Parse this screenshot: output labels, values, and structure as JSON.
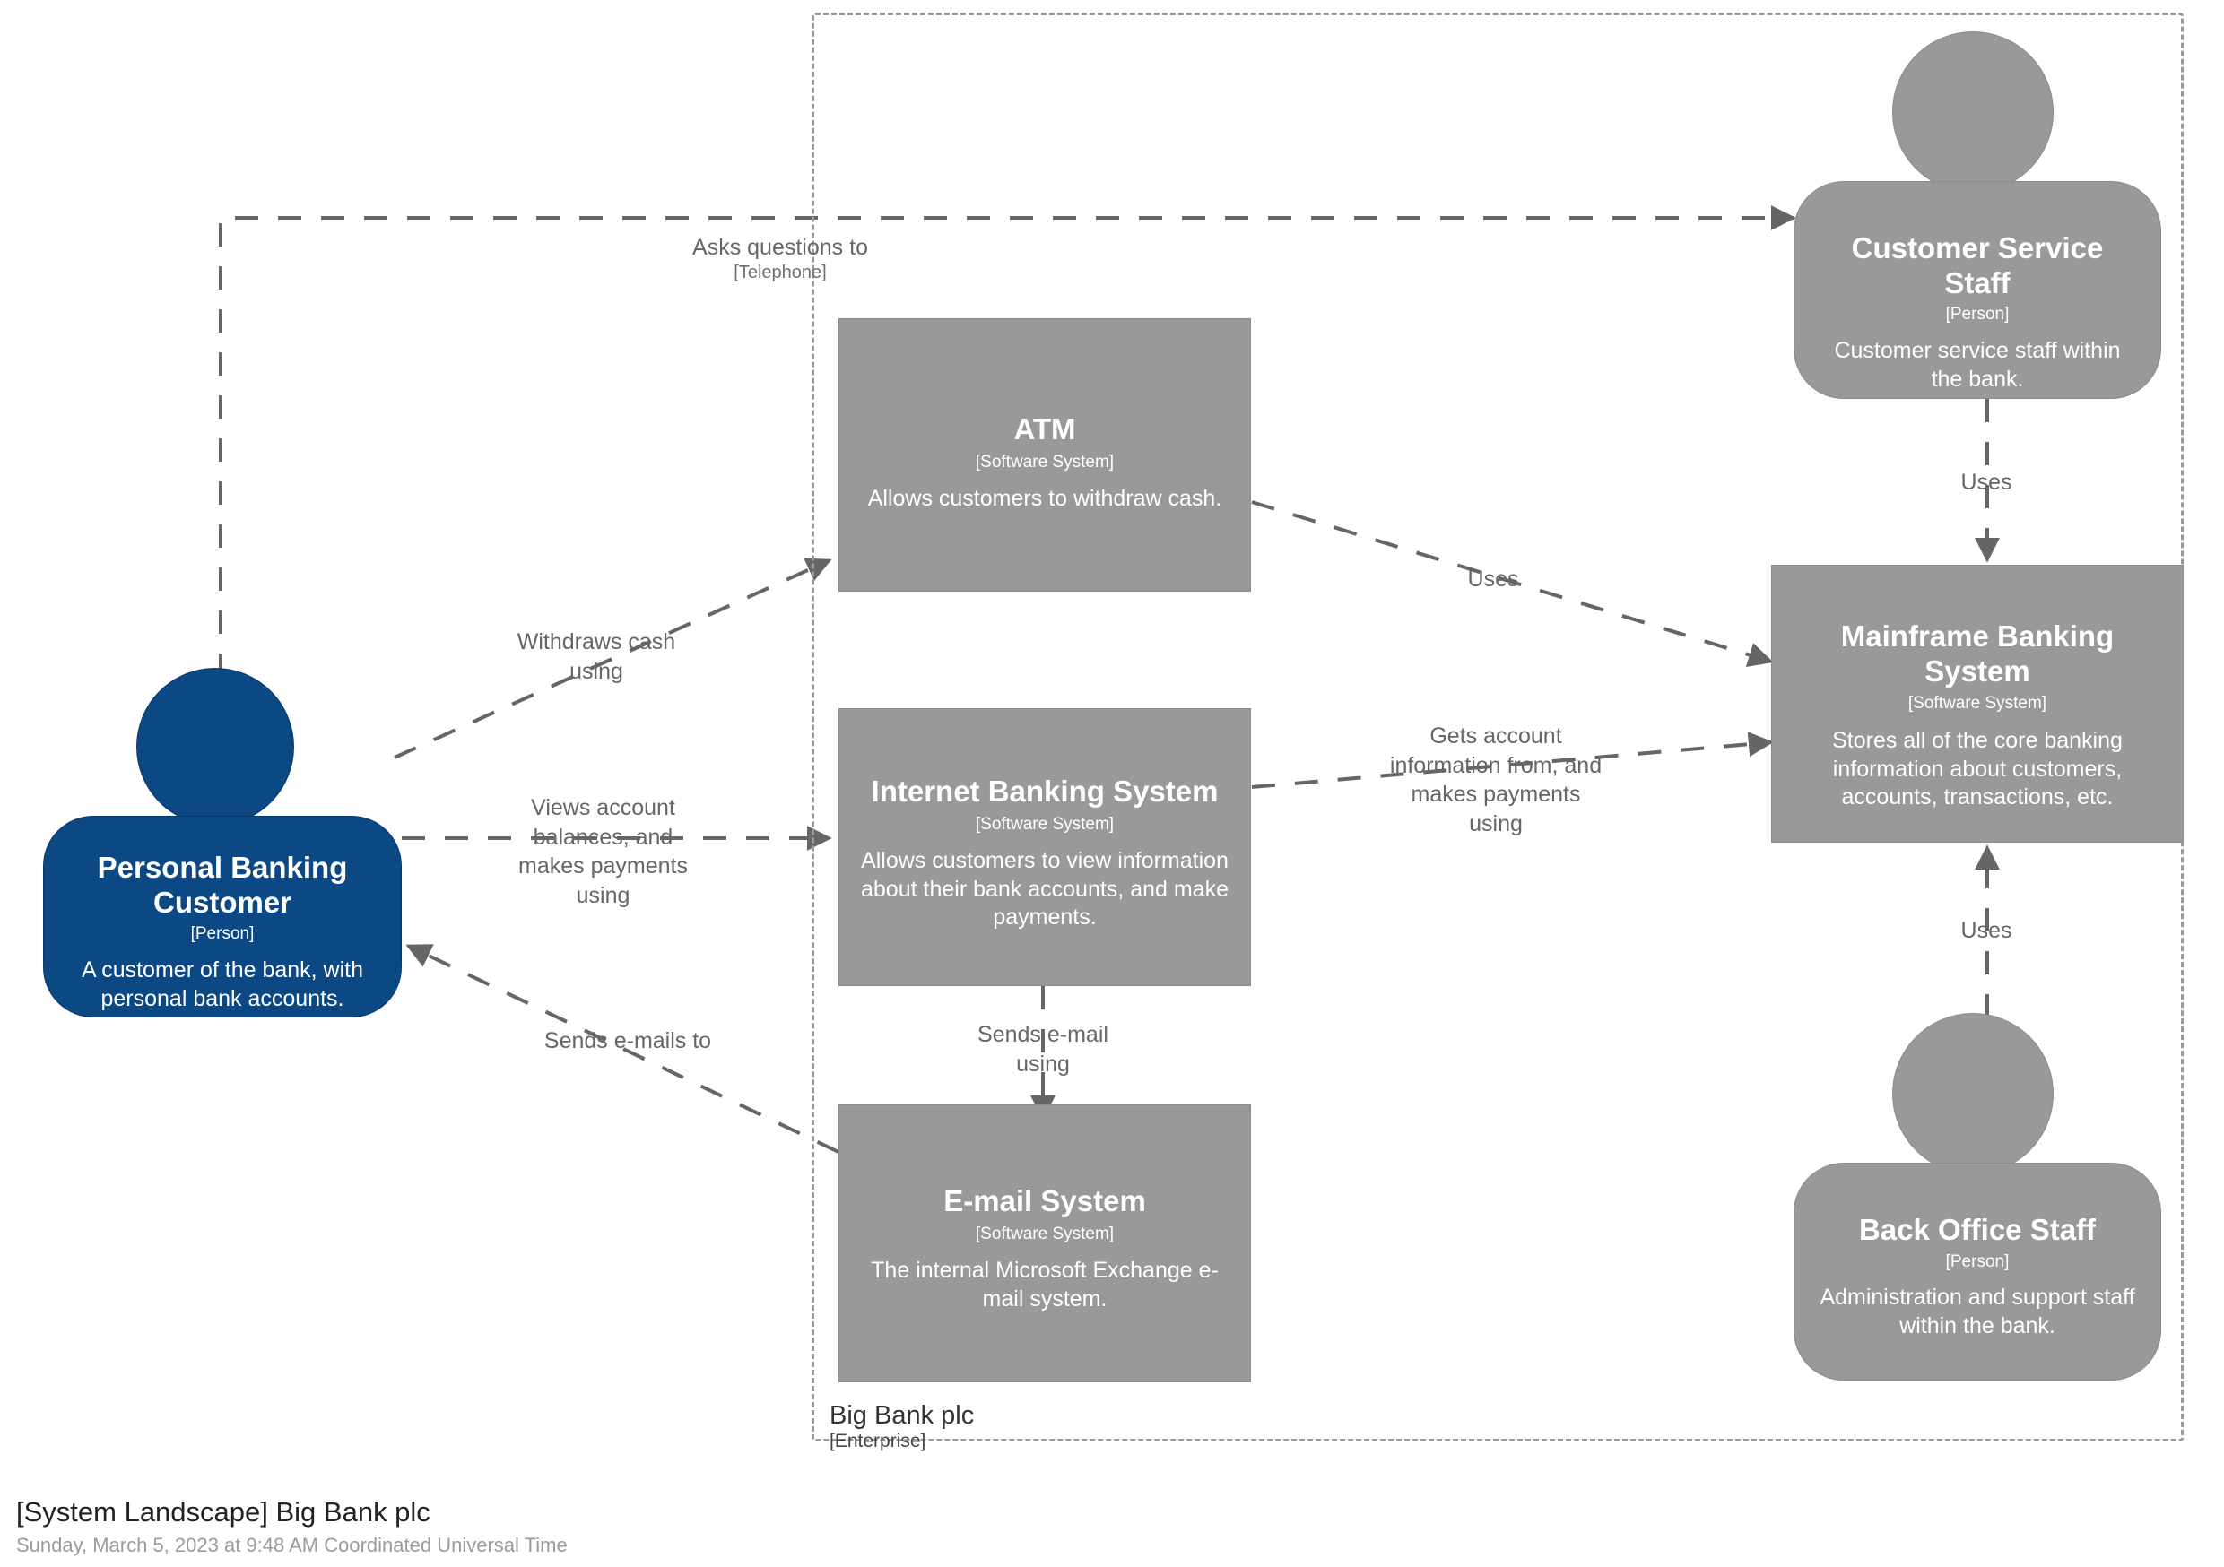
{
  "diagram": {
    "title": "[System Landscape] Big Bank plc",
    "subtitle": "Sunday, March 5, 2023 at 9:48 AM Coordinated Universal Time",
    "colors": {
      "person_accent": "#0b4884",
      "element_grey": "#999999",
      "boundary_grey": "#9a9a9a",
      "relationship_grey": "#707070",
      "text_light": "#ffffff",
      "label_text": "#666666"
    }
  },
  "boundary": {
    "name": "Big Bank plc",
    "type": "[Enterprise]"
  },
  "elements": {
    "personal_banking_customer": {
      "name": "Personal Banking Customer",
      "type": "[Person]",
      "description": "A customer of the bank, with personal bank accounts."
    },
    "customer_service_staff": {
      "name": "Customer Service Staff",
      "type": "[Person]",
      "description": "Customer service staff within the bank."
    },
    "back_office_staff": {
      "name": "Back Office Staff",
      "type": "[Person]",
      "description": "Administration and support staff within the bank."
    },
    "atm": {
      "name": "ATM",
      "type": "[Software System]",
      "description": "Allows customers to withdraw cash."
    },
    "internet_banking_system": {
      "name": "Internet Banking System",
      "type": "[Software System]",
      "description": "Allows customers to view information about their bank accounts, and make payments."
    },
    "email_system": {
      "name": "E-mail System",
      "type": "[Software System]",
      "description": "The internal Microsoft Exchange e-mail system."
    },
    "mainframe_banking_system": {
      "name": "Mainframe Banking System",
      "type": "[Software System]",
      "description": "Stores all of the core banking information about customers, accounts, transactions, etc."
    }
  },
  "relationships": [
    {
      "id": "asks-questions-to",
      "source": "personal_banking_customer",
      "destination": "customer_service_staff",
      "label": "Asks questions to",
      "technology": "[Telephone]"
    },
    {
      "id": "withdraws-cash-using",
      "source": "personal_banking_customer",
      "destination": "atm",
      "label": "Withdraws cash using",
      "technology": ""
    },
    {
      "id": "views-account-balances",
      "source": "personal_banking_customer",
      "destination": "internet_banking_system",
      "label": "Views account balances, and makes payments using",
      "technology": ""
    },
    {
      "id": "sends-emails-to",
      "source": "email_system",
      "destination": "personal_banking_customer",
      "label": "Sends e-mails to",
      "technology": ""
    },
    {
      "id": "sends-email-using",
      "source": "internet_banking_system",
      "destination": "email_system",
      "label": "Sends e-mail using",
      "technology": ""
    },
    {
      "id": "atm-uses-mainframe",
      "source": "atm",
      "destination": "mainframe_banking_system",
      "label": "Uses",
      "technology": ""
    },
    {
      "id": "ibs-gets-account-information",
      "source": "internet_banking_system",
      "destination": "mainframe_banking_system",
      "label": "Gets account information from, and makes payments using",
      "technology": ""
    },
    {
      "id": "css-uses-mainframe",
      "source": "customer_service_staff",
      "destination": "mainframe_banking_system",
      "label": "Uses",
      "technology": ""
    },
    {
      "id": "bos-uses-mainframe",
      "source": "back_office_staff",
      "destination": "mainframe_banking_system",
      "label": "Uses",
      "technology": ""
    }
  ]
}
